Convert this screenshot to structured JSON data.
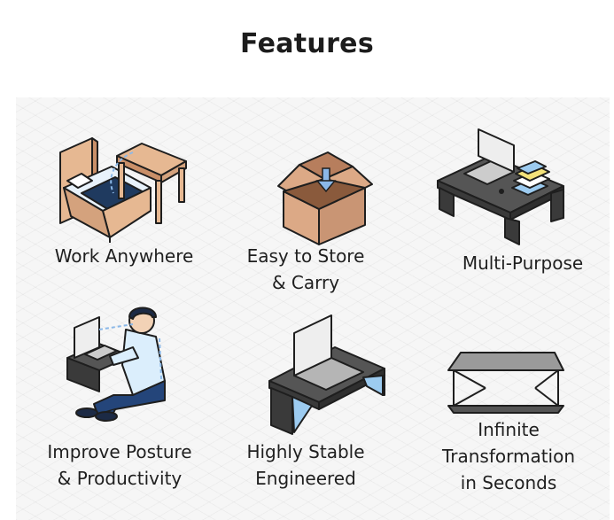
{
  "title": "Features",
  "features": [
    {
      "line1": "Work Anywhere",
      "line2": "",
      "line3": "",
      "icon": "bed-and-table-icon"
    },
    {
      "line1": "Easy to Store",
      "line2": "& Carry",
      "line3": "",
      "icon": "box-icon"
    },
    {
      "line1": "Multi-Purpose",
      "line2": "",
      "line3": "",
      "icon": "desk-with-laptop-and-books-icon"
    },
    {
      "line1": "Improve Posture",
      "line2": "& Productivity",
      "line3": "",
      "icon": "person-at-laptop-icon"
    },
    {
      "line1": "Highly Stable",
      "line2": "Engineered",
      "line3": "",
      "icon": "desk-with-laptop-icon"
    },
    {
      "line1": "Infinite",
      "line2": "Transformation",
      "line3": "in Seconds",
      "icon": "transforming-table-icon"
    }
  ],
  "colors": {
    "outline": "#1e1e1e",
    "wood": "#e6b892",
    "wood_dark": "#c98f68",
    "blanket": "#1f3a5f",
    "box": "#dca986",
    "box_dark": "#b77e5d",
    "arrow": "#8bb8e8",
    "desk_top": "#555555",
    "desk_side": "#3a3a3a",
    "screen": "#eeeeee",
    "accent_blue": "#9ccbf0",
    "shirt": "#dbeefc",
    "pants": "#24457a",
    "hair": "#1c2a45",
    "book_yellow": "#f3e27a",
    "glass": "#9a9a9a"
  }
}
